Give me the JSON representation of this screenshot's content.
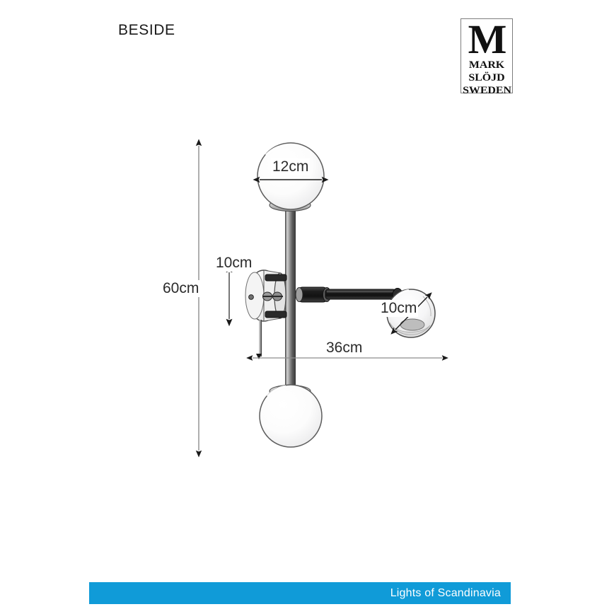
{
  "page": {
    "title": "BESIDE",
    "background_color": "#ffffff"
  },
  "brand": {
    "monogram": "M",
    "line1": "MARK",
    "line2": "SLÖJD",
    "line3": "SWEDEN"
  },
  "footer": {
    "tagline": "Lights of Scandinavia",
    "bar_color": "#109bd8",
    "text_color": "#ffffff"
  },
  "dimensions": {
    "total_height": "60cm",
    "mount_height": "10cm",
    "top_globe_diameter": "12cm",
    "projection_depth": "36cm",
    "side_globe_diameter": "10cm"
  },
  "chart_data": {
    "type": "table",
    "title": "BESIDE — wall lamp dimensional drawing",
    "categories": [
      "total_height",
      "mount_height",
      "top_globe_diameter",
      "projection_depth",
      "side_globe_diameter"
    ],
    "values": [
      60,
      10,
      12,
      36,
      10
    ],
    "units": "cm",
    "labels": [
      "60cm",
      "10cm",
      "12cm",
      "36cm",
      "10cm"
    ],
    "annotations": [
      "60cm — overall vertical extent, vertical double arrow at far left",
      "10cm — wall mount plate height, short vertical double arrow",
      "12cm — upper glass globe diameter, horizontal double arrow inside globe",
      "36cm — horizontal projection from wall to side globe, horizontal double arrow",
      "10cm — side glass globe diameter, diagonal double arrow inside globe"
    ],
    "xlabel": "",
    "ylabel": "",
    "grid": false,
    "legend": "none"
  }
}
